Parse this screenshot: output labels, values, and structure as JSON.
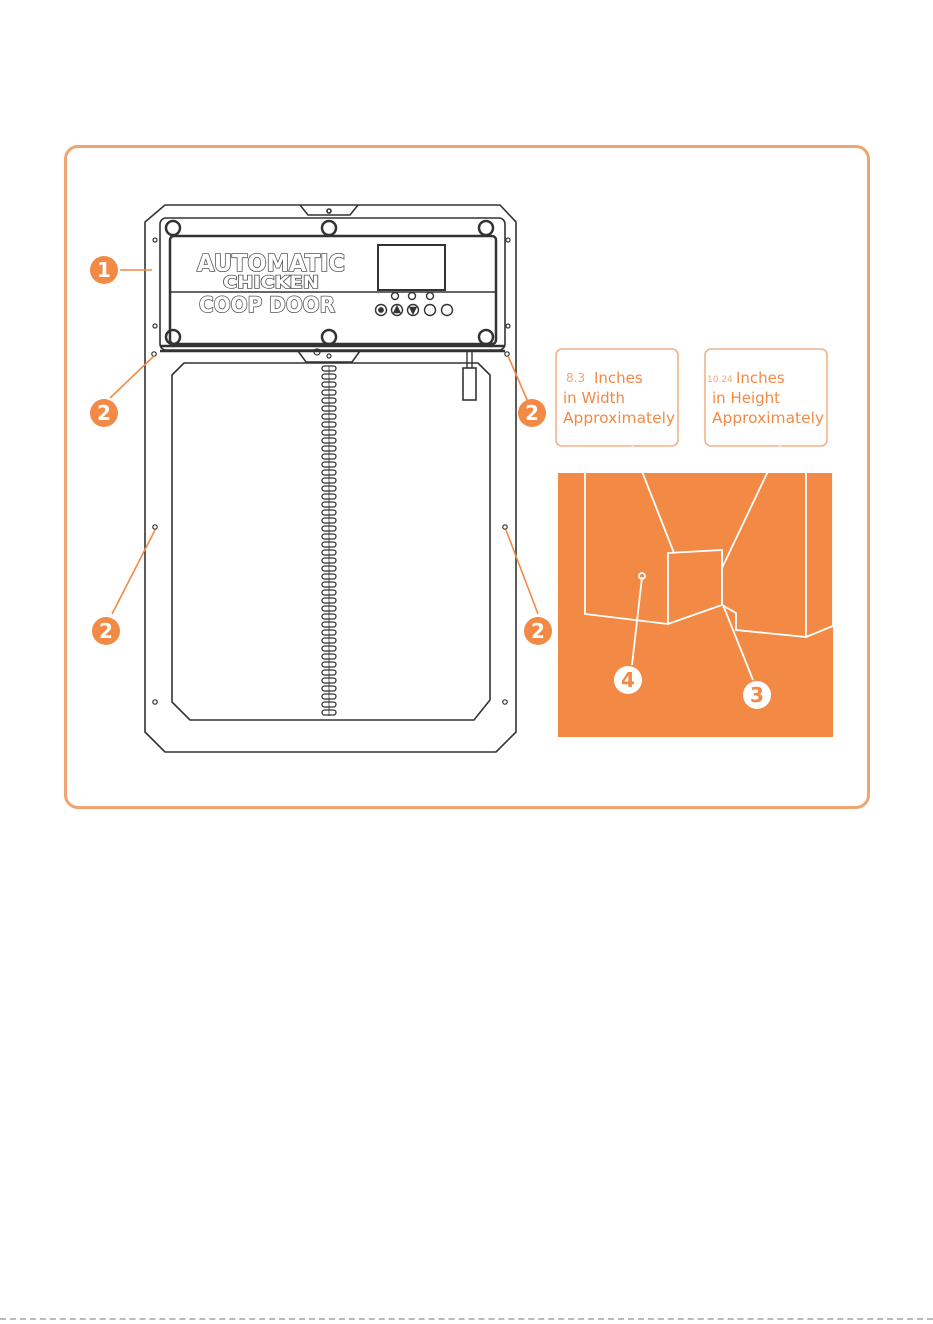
{
  "logo": {
    "line1": "AUTOMATIC",
    "line2": "CHICKEN",
    "line3": "COOP DOOR"
  },
  "control_buttons": [
    "circle-button-icon",
    "up-arrow-icon",
    "down-arrow-icon",
    "time-button-icon",
    "light-button-icon"
  ],
  "markers": {
    "m1": "1",
    "m2": "2",
    "m3": "3",
    "m4": "4"
  },
  "width_callout": {
    "value": "8.3",
    "unit": "Inches",
    "line2": "in Width",
    "line3": "Approximately"
  },
  "height_callout": {
    "value": "10.24",
    "unit": "Inches",
    "line2": "in Height",
    "line3": "Approximately"
  },
  "colors": {
    "accent": "#f28a45",
    "frame": "#f0a472",
    "outline": "#333333",
    "callout_small": "#f4a57a"
  }
}
